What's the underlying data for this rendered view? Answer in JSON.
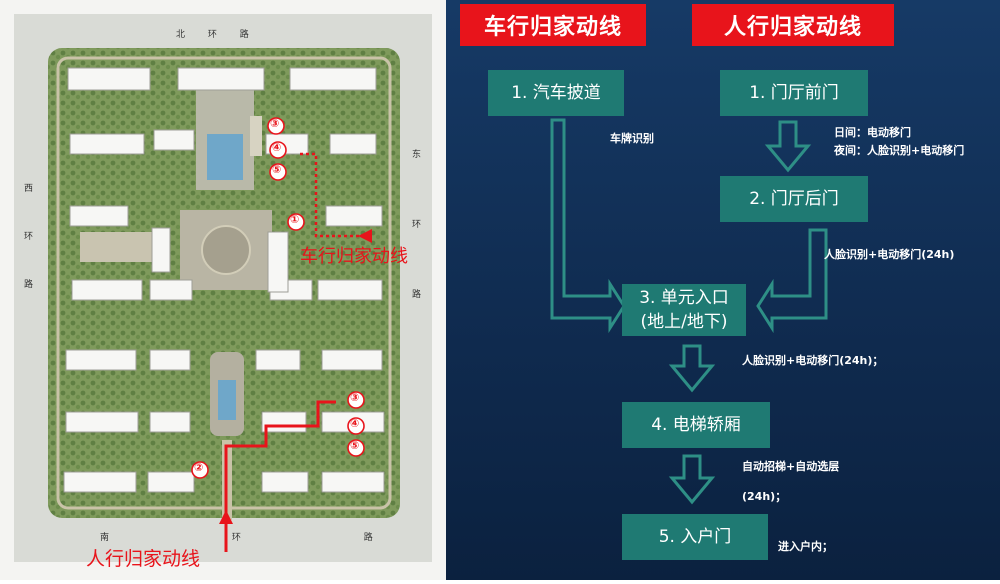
{
  "plan": {
    "road_north": "北 环 路",
    "road_west": [
      "西",
      "环",
      "路"
    ],
    "road_east": [
      "东",
      "环",
      "路"
    ],
    "road_south": "南 环 路",
    "car_route_label": "车行归家动线",
    "walk_route_label": "人行归家动线",
    "markers_car": [
      "①",
      "③",
      "④",
      "⑤"
    ],
    "markers_walk": [
      "②",
      "③",
      "④",
      "⑤"
    ]
  },
  "headers": {
    "car": "车行归家动线",
    "walk": "人行归家动线"
  },
  "steps": {
    "car_ramp": "1. 汽车披道",
    "lobby_front": "1. 门厅前门",
    "lobby_back": "2. 门厅后门",
    "unit_entry_1": "3. 单元入口",
    "unit_entry_2": "(地上/地下)",
    "elevator": "4. 电梯轿厢",
    "home_door": "5. 入户门"
  },
  "notes": {
    "plate": "车牌识别",
    "day": "日间：电动移门",
    "night": "夜间：人脸识别+电动移门",
    "face_24h_a": "人脸识别+电动移门(24h)",
    "face_24h_b": "人脸识别+电动移门(24h)；",
    "elevator_auto": "自动招梯+自动选层",
    "elevator_24h": "(24h)；",
    "enter_home": "进入户内；"
  },
  "colors": {
    "header_red": "#e8141b",
    "box_teal": "#1f7a73",
    "panel_navy": "#12325b",
    "route_red": "#e8141b"
  }
}
